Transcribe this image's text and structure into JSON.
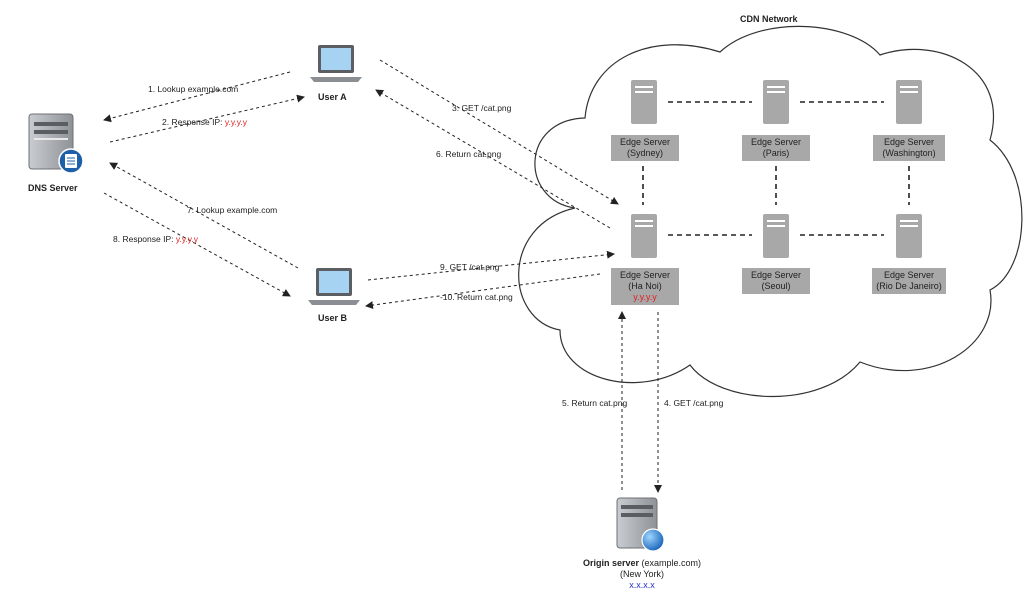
{
  "cdn_title": "CDN Network",
  "dns_server": {
    "label": "DNS Server",
    "icon": "dns-server-icon"
  },
  "user_a": {
    "label": "User A",
    "icon": "laptop-icon"
  },
  "user_b": {
    "label": "User B",
    "icon": "laptop-icon"
  },
  "edge_prefix": "Edge Server",
  "edges": {
    "sydney": "(Sydney)",
    "paris": "(Paris)",
    "washington": "(Washington)",
    "hanoi": "(Ha Noi)",
    "hanoi_ip": "y.y.y.y",
    "seoul": "(Seoul)",
    "rio": "(Rio De Janeiro)"
  },
  "origin": {
    "title": "Origin server",
    "domain": "(example.com)",
    "location": "(New York)",
    "ip": "x.x.x.x"
  },
  "steps": {
    "s1": "1. Lookup example.com",
    "s2_text": "2. Response IP: ",
    "s2_ip": "y.y.y.y",
    "s3": "3.  GET /cat.png",
    "s4": "4.  GET /cat.png",
    "s5": "5. Return cat.png",
    "s6": "6. Return cat.png",
    "s7": "7. Lookup example.com",
    "s8_text": "8. Response IP: ",
    "s8_ip": "y.y.y.y",
    "s9": "9. GET /cat.png",
    "s10": "-10. Return cat.png"
  },
  "colors": {
    "ip_red": "#e02020",
    "ip_blue": "#2233cc",
    "server_gray": "#a8a8a8"
  }
}
